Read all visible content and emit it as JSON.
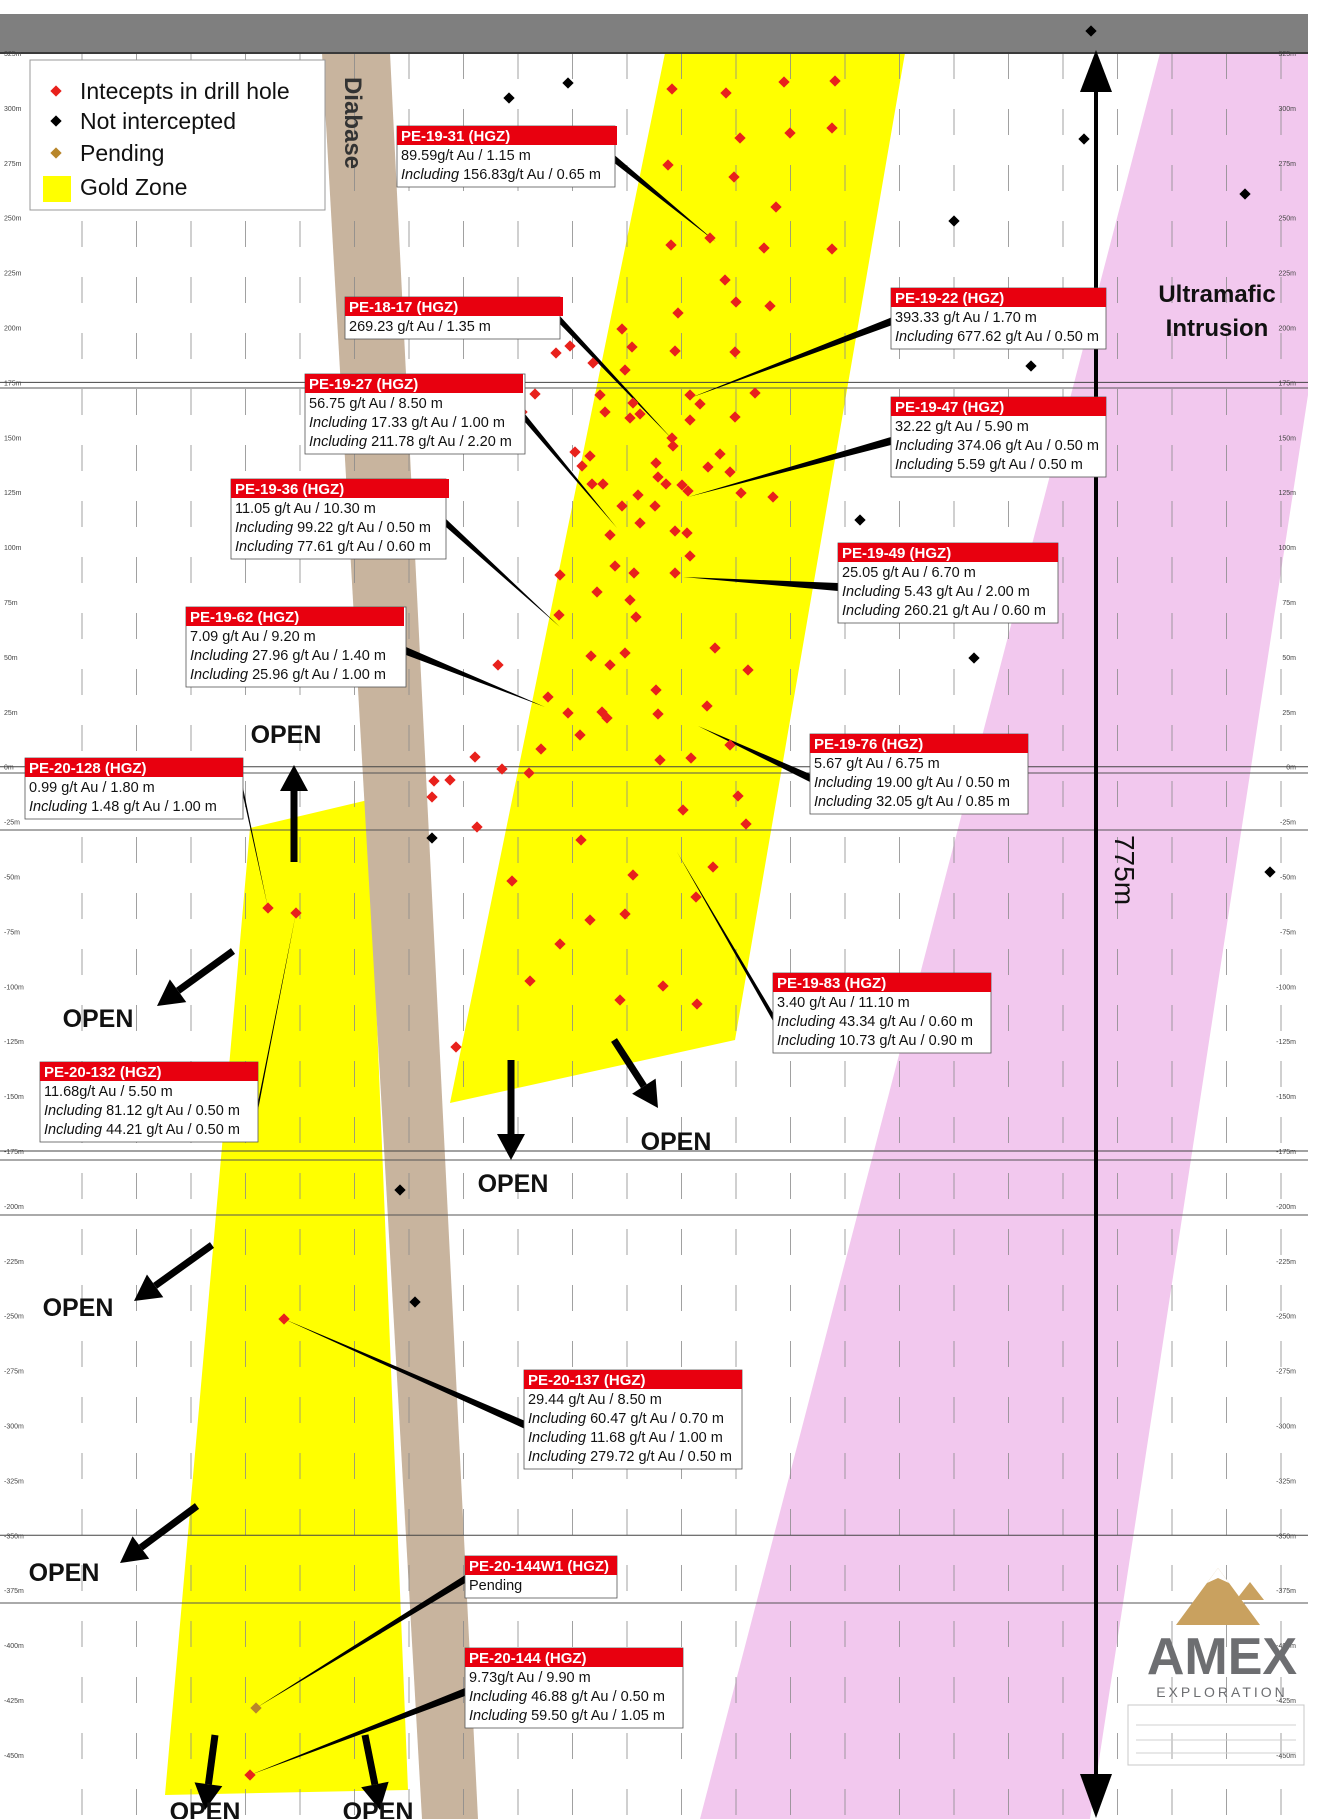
{
  "colors": {
    "gold_zone": "#ffff00",
    "diabase": "#c8b49e",
    "ultramafic": "#f2c8ee",
    "intercept": "#e8211c",
    "not_intercepted": "#000000",
    "pending": "#b8862b",
    "callout_header": "#e8000f",
    "top_bar": "#7f7f7f",
    "logo_gold": "#c9a15f",
    "logo_gray": "#6d6e71"
  },
  "legend": {
    "items": [
      {
        "label": "Intecepts in drill hole",
        "symbol": "red-diamond"
      },
      {
        "label": "Not intercepted",
        "symbol": "black-diamond"
      },
      {
        "label": "Pending",
        "symbol": "gold-diamond"
      },
      {
        "label": "Gold Zone",
        "symbol": "yellow-square"
      }
    ]
  },
  "labels": {
    "diabase": "Diabase",
    "ultramafic_line1": "Ultramafic",
    "ultramafic_line2": "Intrusion",
    "scale": "775m",
    "open": "OPEN"
  },
  "logo": {
    "name": "AMEX",
    "tagline": "EXPLORATION"
  },
  "callouts": [
    {
      "id": "PE-19-31 (HGZ)",
      "lines": [
        {
          "t": "89.59g/t Au / 1.15 m",
          "i": false
        },
        {
          "t": "Including 156.83g/t Au / 0.65 m",
          "i": true
        }
      ]
    },
    {
      "id": "PE-18-17 (HGZ)",
      "lines": [
        {
          "t": "269.23 g/t Au / 1.35 m",
          "i": false
        }
      ]
    },
    {
      "id": "PE-19-22 (HGZ)",
      "lines": [
        {
          "t": "393.33 g/t Au / 1.70 m",
          "i": false
        },
        {
          "t": "Including 677.62 g/t Au / 0.50 m",
          "i": true
        }
      ]
    },
    {
      "id": "PE-19-27 (HGZ)",
      "lines": [
        {
          "t": "56.75 g/t Au / 8.50 m",
          "i": false
        },
        {
          "t": "Including 17.33 g/t Au / 1.00 m",
          "i": true
        },
        {
          "t": "Including 211.78 g/t Au / 2.20 m",
          "i": true
        }
      ]
    },
    {
      "id": "PE-19-47 (HGZ)",
      "lines": [
        {
          "t": "32.22 g/t Au / 5.90 m",
          "i": false
        },
        {
          "t": "Including 374.06 g/t Au / 0.50 m",
          "i": true
        },
        {
          "t": "Including 5.59 g/t Au / 0.50 m",
          "i": true
        }
      ]
    },
    {
      "id": "PE-19-36 (HGZ)",
      "lines": [
        {
          "t": "11.05 g/t Au / 10.30 m",
          "i": false
        },
        {
          "t": "Including 99.22 g/t Au / 0.50 m",
          "i": true
        },
        {
          "t": "Including 77.61 g/t Au / 0.60 m",
          "i": true
        }
      ]
    },
    {
      "id": "PE-19-49 (HGZ)",
      "lines": [
        {
          "t": "25.05 g/t Au / 6.70 m",
          "i": false
        },
        {
          "t": "Including 5.43 g/t Au / 2.00 m",
          "i": true
        },
        {
          "t": "Including 260.21 g/t Au / 0.60 m",
          "i": true
        }
      ]
    },
    {
      "id": "PE-19-62 (HGZ)",
      "lines": [
        {
          "t": "7.09 g/t Au / 9.20 m",
          "i": false
        },
        {
          "t": "Including 27.96 g/t Au / 1.40 m",
          "i": true
        },
        {
          "t": "Including 25.96 g/t Au / 1.00 m",
          "i": true
        }
      ]
    },
    {
      "id": "PE-19-76 (HGZ)",
      "lines": [
        {
          "t": "5.67 g/t Au / 6.75 m",
          "i": false
        },
        {
          "t": "Including 19.00 g/t Au / 0.50 m",
          "i": true
        },
        {
          "t": "Including 32.05 g/t Au / 0.85 m",
          "i": true
        }
      ]
    },
    {
      "id": "PE-20-128 (HGZ)",
      "lines": [
        {
          "t": "0.99 g/t Au / 1.80 m",
          "i": false
        },
        {
          "t": "Including 1.48 g/t Au / 1.00 m",
          "i": true
        }
      ]
    },
    {
      "id": "PE-19-83 (HGZ)",
      "lines": [
        {
          "t": "3.40 g/t Au / 11.10 m",
          "i": false
        },
        {
          "t": "Including 43.34 g/t Au / 0.60 m",
          "i": true
        },
        {
          "t": "Including 10.73 g/t Au / 0.90 m",
          "i": true
        }
      ]
    },
    {
      "id": "PE-20-132 (HGZ)",
      "lines": [
        {
          "t": "11.68g/t Au / 5.50 m",
          "i": false
        },
        {
          "t": "Including 81.12 g/t Au / 0.50 m",
          "i": true
        },
        {
          "t": "Including 44.21 g/t Au / 0.50 m",
          "i": true
        }
      ]
    },
    {
      "id": "PE-20-137 (HGZ)",
      "lines": [
        {
          "t": "29.44 g/t Au / 8.50 m",
          "i": false
        },
        {
          "t": "Including 60.47 g/t Au / 0.70 m",
          "i": true
        },
        {
          "t": "Including 11.68 g/t Au / 1.00 m",
          "i": true
        },
        {
          "t": "Including 279.72 g/t Au / 0.50 m",
          "i": true
        }
      ]
    },
    {
      "id": "PE-20-144W1 (HGZ)",
      "lines": [
        {
          "t": "Pending",
          "i": false
        }
      ]
    },
    {
      "id": "PE-20-144 (HGZ)",
      "lines": [
        {
          "t": "9.73g/t Au / 9.90 m",
          "i": false
        },
        {
          "t": "Including 46.88 g/t Au / 0.50 m",
          "i": true
        },
        {
          "t": "Including 59.50 g/t Au / 1.05 m",
          "i": true
        }
      ]
    }
  ],
  "elevation_ticks": [
    "325m",
    "300m",
    "275m",
    "250m",
    "225m",
    "200m",
    "175m",
    "150m",
    "125m",
    "100m",
    "75m",
    "50m",
    "25m",
    "0m",
    "-25m",
    "-50m",
    "-75m",
    "-100m",
    "-125m",
    "-150m",
    "-175m",
    "-200m",
    "-225m",
    "-250m",
    "-275m",
    "-300m",
    "-325m",
    "-350m",
    "-375m",
    "-400m",
    "-425m",
    "-450m"
  ]
}
